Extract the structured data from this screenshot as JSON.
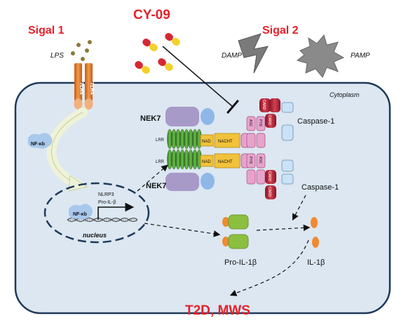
{
  "labels": {
    "signal1": "Sigal 1",
    "signal2": "Sigal 2",
    "cy09": "CY-09",
    "lps": "LPS",
    "tlr4": "TLR4",
    "damp": "DAMP",
    "pamp": "PAMP",
    "cytoplasm": "Cytoplasm",
    "nfkb_cyto": "NF-κb",
    "nfkb_nucleus": "NF-κb",
    "nlrp3_gene": "NLRP3",
    "pro_il1b_gene": "Pro-IL-β",
    "nucleus": "nucleus",
    "nek7_top": "NEK7",
    "nek7_bottom": "NEK7",
    "lrr_top": "LRR",
    "lrr_bottom": "LRR",
    "nad": "NAD",
    "nacht": "NACHT",
    "pyd": "PYD",
    "asc": "ASC",
    "card": "CARD",
    "caspase1_top": "Caspase-1",
    "caspase1_bottom": "Caspase-1",
    "pro_il1b": "Pro-IL-1β",
    "il1b": "IL-1β",
    "outcome": "T2D, MWS"
  },
  "colors": {
    "title_red": "#e8202a",
    "tlr4_orange": "#e8782a",
    "lrr_green": "#3f8f2f",
    "nek7_purple": "#a89ac8",
    "nek7_blue": "#8fb8e8",
    "nacht_yellow": "#f2c23a",
    "asc_pink": "#e7a3cc",
    "card_red": "#b52a3a",
    "caspase_blue": "#c9e2f5",
    "cell_fill": "#dce7f1",
    "cell_border": "#1f3a5a",
    "pro_il1b_green": "#8cbf3f",
    "il1b_orange": "#f08a30"
  }
}
